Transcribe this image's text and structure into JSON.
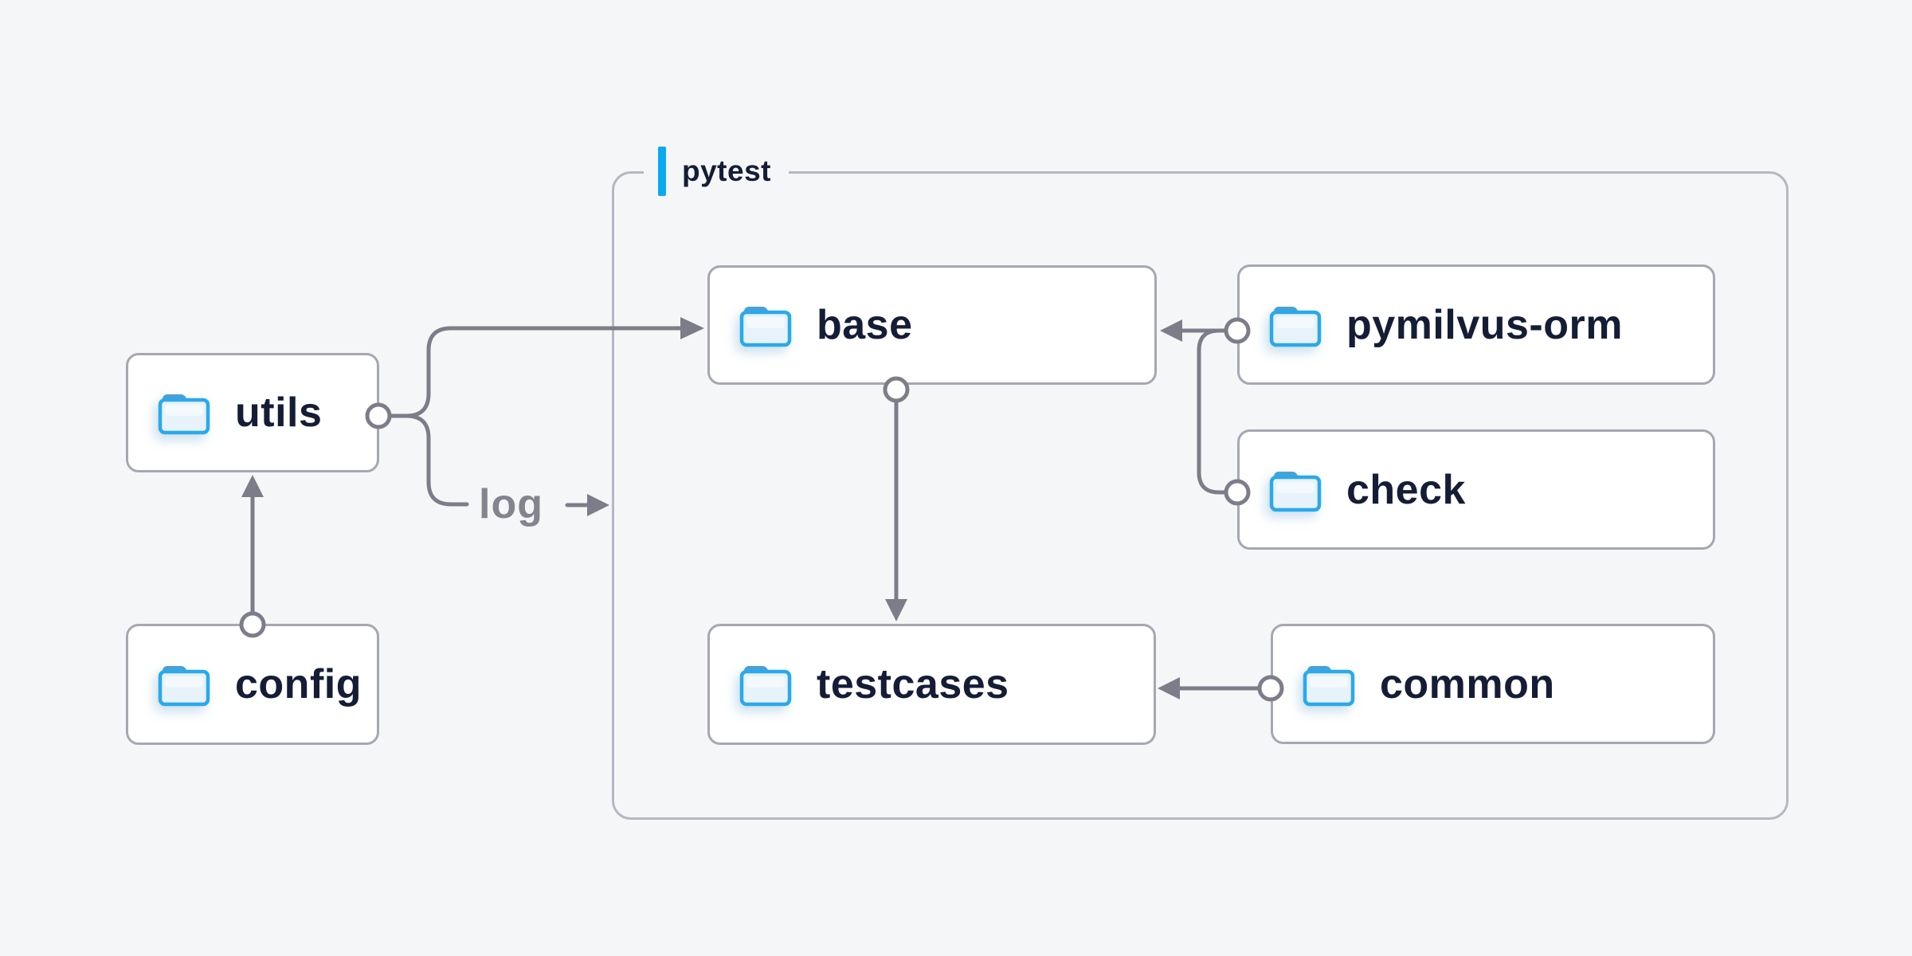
{
  "diagram": {
    "title_group": {
      "label": "pytest"
    },
    "nodes": [
      {
        "id": "utils",
        "label": "utils",
        "icon": "folder-icon"
      },
      {
        "id": "config",
        "label": "config",
        "icon": "folder-icon"
      },
      {
        "id": "base",
        "label": "base",
        "icon": "folder-icon"
      },
      {
        "id": "testcases",
        "label": "testcases",
        "icon": "folder-icon"
      },
      {
        "id": "pymilvus-orm",
        "label": "pymilvus-orm",
        "icon": "folder-icon"
      },
      {
        "id": "check",
        "label": "check",
        "icon": "folder-icon"
      },
      {
        "id": "common",
        "label": "common",
        "icon": "folder-icon"
      }
    ],
    "edges": [
      {
        "from": "config",
        "to": "utils",
        "label": ""
      },
      {
        "from": "utils",
        "to": "base",
        "label": ""
      },
      {
        "from": "utils",
        "to": "pytest",
        "label": "log"
      },
      {
        "from": "base",
        "to": "testcases",
        "label": ""
      },
      {
        "from": "pymilvus-orm",
        "to": "base",
        "label": ""
      },
      {
        "from": "check",
        "to": "base",
        "label": ""
      },
      {
        "from": "common",
        "to": "testcases",
        "label": ""
      }
    ],
    "colors": {
      "background": "#f5f6f7",
      "node_background": "#ffffff",
      "node_border": "#a7a7b3",
      "container_border": "#b7b7c2",
      "connector": "#7d7d89",
      "text": "#151d36",
      "edge_label_text": "#84848e",
      "accent": "#0ba9f2",
      "folder_stroke": "#2aa9ec",
      "folder_tab": "#4aa0d3",
      "folder_fill": "#e7f2fb"
    }
  }
}
